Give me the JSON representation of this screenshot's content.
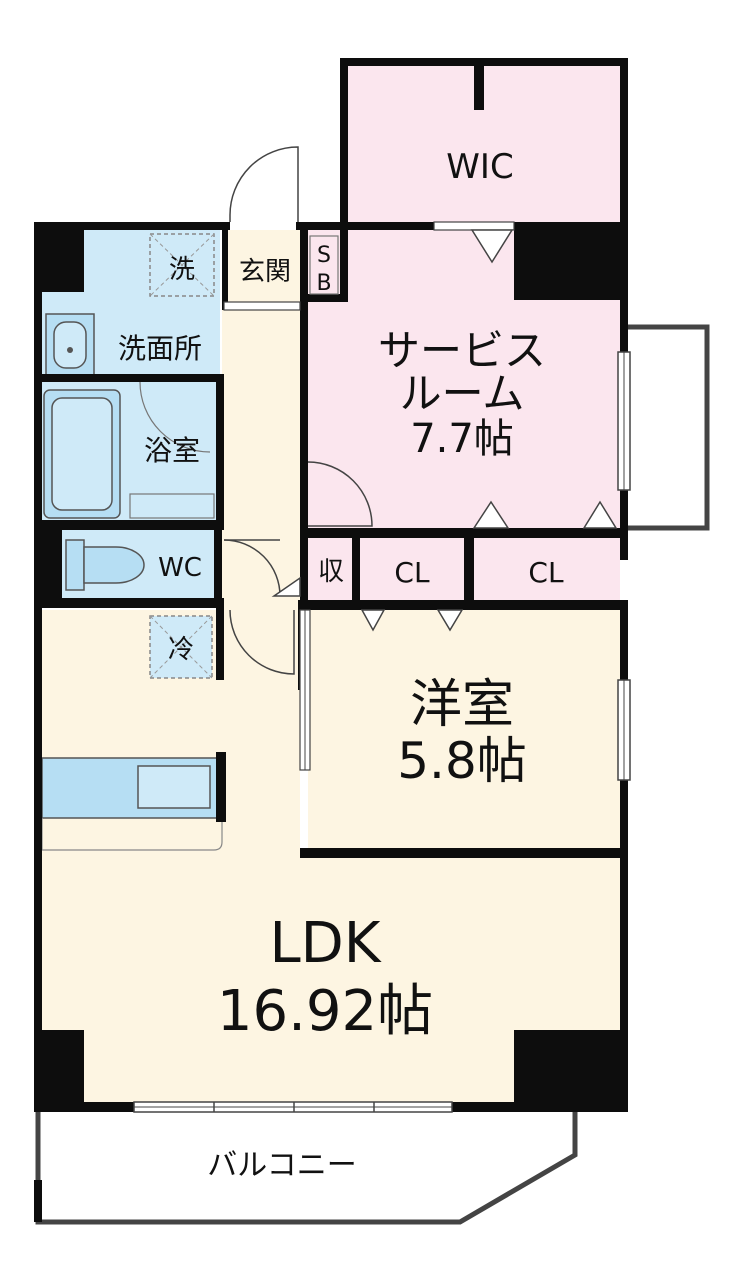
{
  "rooms": {
    "wic": {
      "label": "WIC"
    },
    "service_room": {
      "line1": "サービス",
      "line2": "ルーム",
      "size": "7.7帖"
    },
    "western_room": {
      "label": "洋室",
      "size": "5.8帖"
    },
    "ldk": {
      "label": "LDK",
      "size": "16.92帖"
    },
    "entrance": {
      "label": "玄関"
    },
    "shoe_box": {
      "line1": "S",
      "line2": "B"
    },
    "washroom": {
      "label": "洗面所"
    },
    "washer": {
      "label": "洗"
    },
    "bathroom": {
      "label": "浴室"
    },
    "toilet": {
      "label": "WC"
    },
    "storage": {
      "label": "収"
    },
    "closet_1": {
      "label": "CL"
    },
    "closet_2": {
      "label": "CL"
    },
    "fridge": {
      "label": "冷"
    },
    "balcony": {
      "label": "バルコニー"
    }
  },
  "colors": {
    "wall": "#0d0d0d",
    "private_room": "#fbe6ee",
    "living": "#fdf5e2",
    "wet_area": "#cfeaf8",
    "wet_fixture": "#b6def3",
    "background": "#ffffff"
  }
}
